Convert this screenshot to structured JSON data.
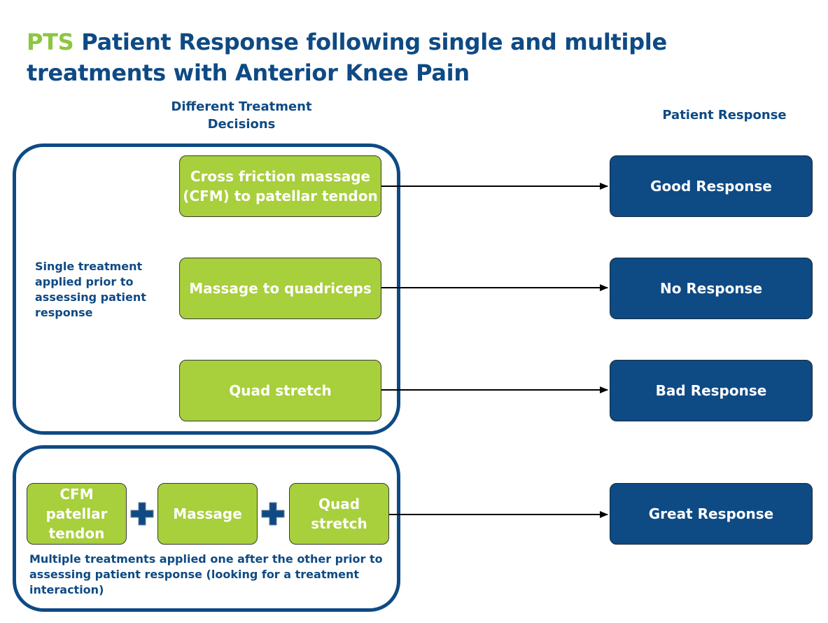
{
  "title": {
    "accent": "PTS",
    "text": "Patient Response following single and multiple treatments with Anterior Knee Pain"
  },
  "column_headers": {
    "decisions": "Different Treatment Decisions",
    "response": "Patient Response"
  },
  "single_group": {
    "note": "Single treatment applied prior to assessing patient response",
    "treatments": [
      "Cross friction massage (CFM) to patellar tendon",
      "Massage to quadriceps",
      "Quad stretch"
    ]
  },
  "multiple_group": {
    "note": "Multiple treatments applied one after the other prior to assessing patient response (looking for a treatment interaction)",
    "treatments": [
      "CFM patellar tendon",
      "Massage",
      "Quad stretch"
    ],
    "joiner_icon": "plus-icon"
  },
  "responses": [
    "Good Response",
    "No Response",
    "Bad Response",
    "Great Response"
  ],
  "colors": {
    "navy": "#0e4a84",
    "green": "#a8cf3c",
    "accent_green": "#8dc63f",
    "arrow": "#000000"
  }
}
